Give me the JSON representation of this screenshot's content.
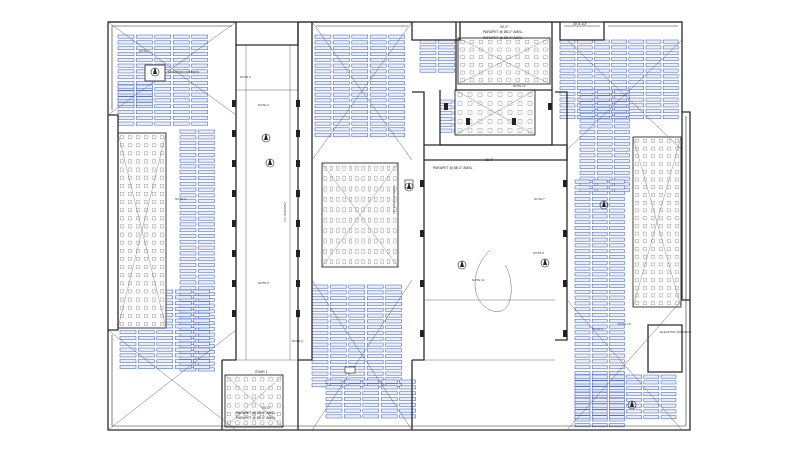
{
  "colors": {
    "background": "#ffffff",
    "wall": "#2b2b2b",
    "thin_line": "#555555",
    "panel_fill": "#e9eefc",
    "panel_stroke": "#3355bb",
    "mechanical_fill": "#fbfbfb",
    "mechanical_cell": "#777777",
    "hatch": "#666666"
  },
  "icons": {
    "north_marker": "circle-north-arrow",
    "vent": "square-roof-vent",
    "hatch": "roof-hatch"
  },
  "labels": {
    "parapet_top_1": "PARAPET @ 88'-0\" AMSL",
    "parapet_top_2": "PARAPET @ 88'-0\" AMSL",
    "parapet_mid": "PARAPET @ 88'-0\" AMSL",
    "parapet_bottom_1": "PARAPET @ 88'-0\" AMSL",
    "parapet_bottom_2": "PARAPET @ 88'-0\" AMSL",
    "top_dim": "30'-0\"",
    "mid_dim": "28'-0\"",
    "top_right_dim": "30'-6 1/2\"",
    "bottom_dim": "14'-0\"",
    "equipment_right": "ELEVATOR OVERRUN",
    "equipment_left": "ELEVATOR OVERRUN",
    "bottom_box_title": "STAIR 1",
    "mech_vertical": "T.O. MECH SCREEN",
    "corridor_vertical": "T.O. PARAPET",
    "note_1": "NOTE 1",
    "note_2": "NOTE 2",
    "note_3": "NOTE 3",
    "note_4": "NOTE 4",
    "note_5": "NOTE 5",
    "note_6": "NOTE 6",
    "note_7": "NOTE 7",
    "note_8": "NOTE 8",
    "note_9": "NOTE 9",
    "note_10": "NOTE 10",
    "note_11": "NOTE 11",
    "note_12": "NOTE 12"
  }
}
